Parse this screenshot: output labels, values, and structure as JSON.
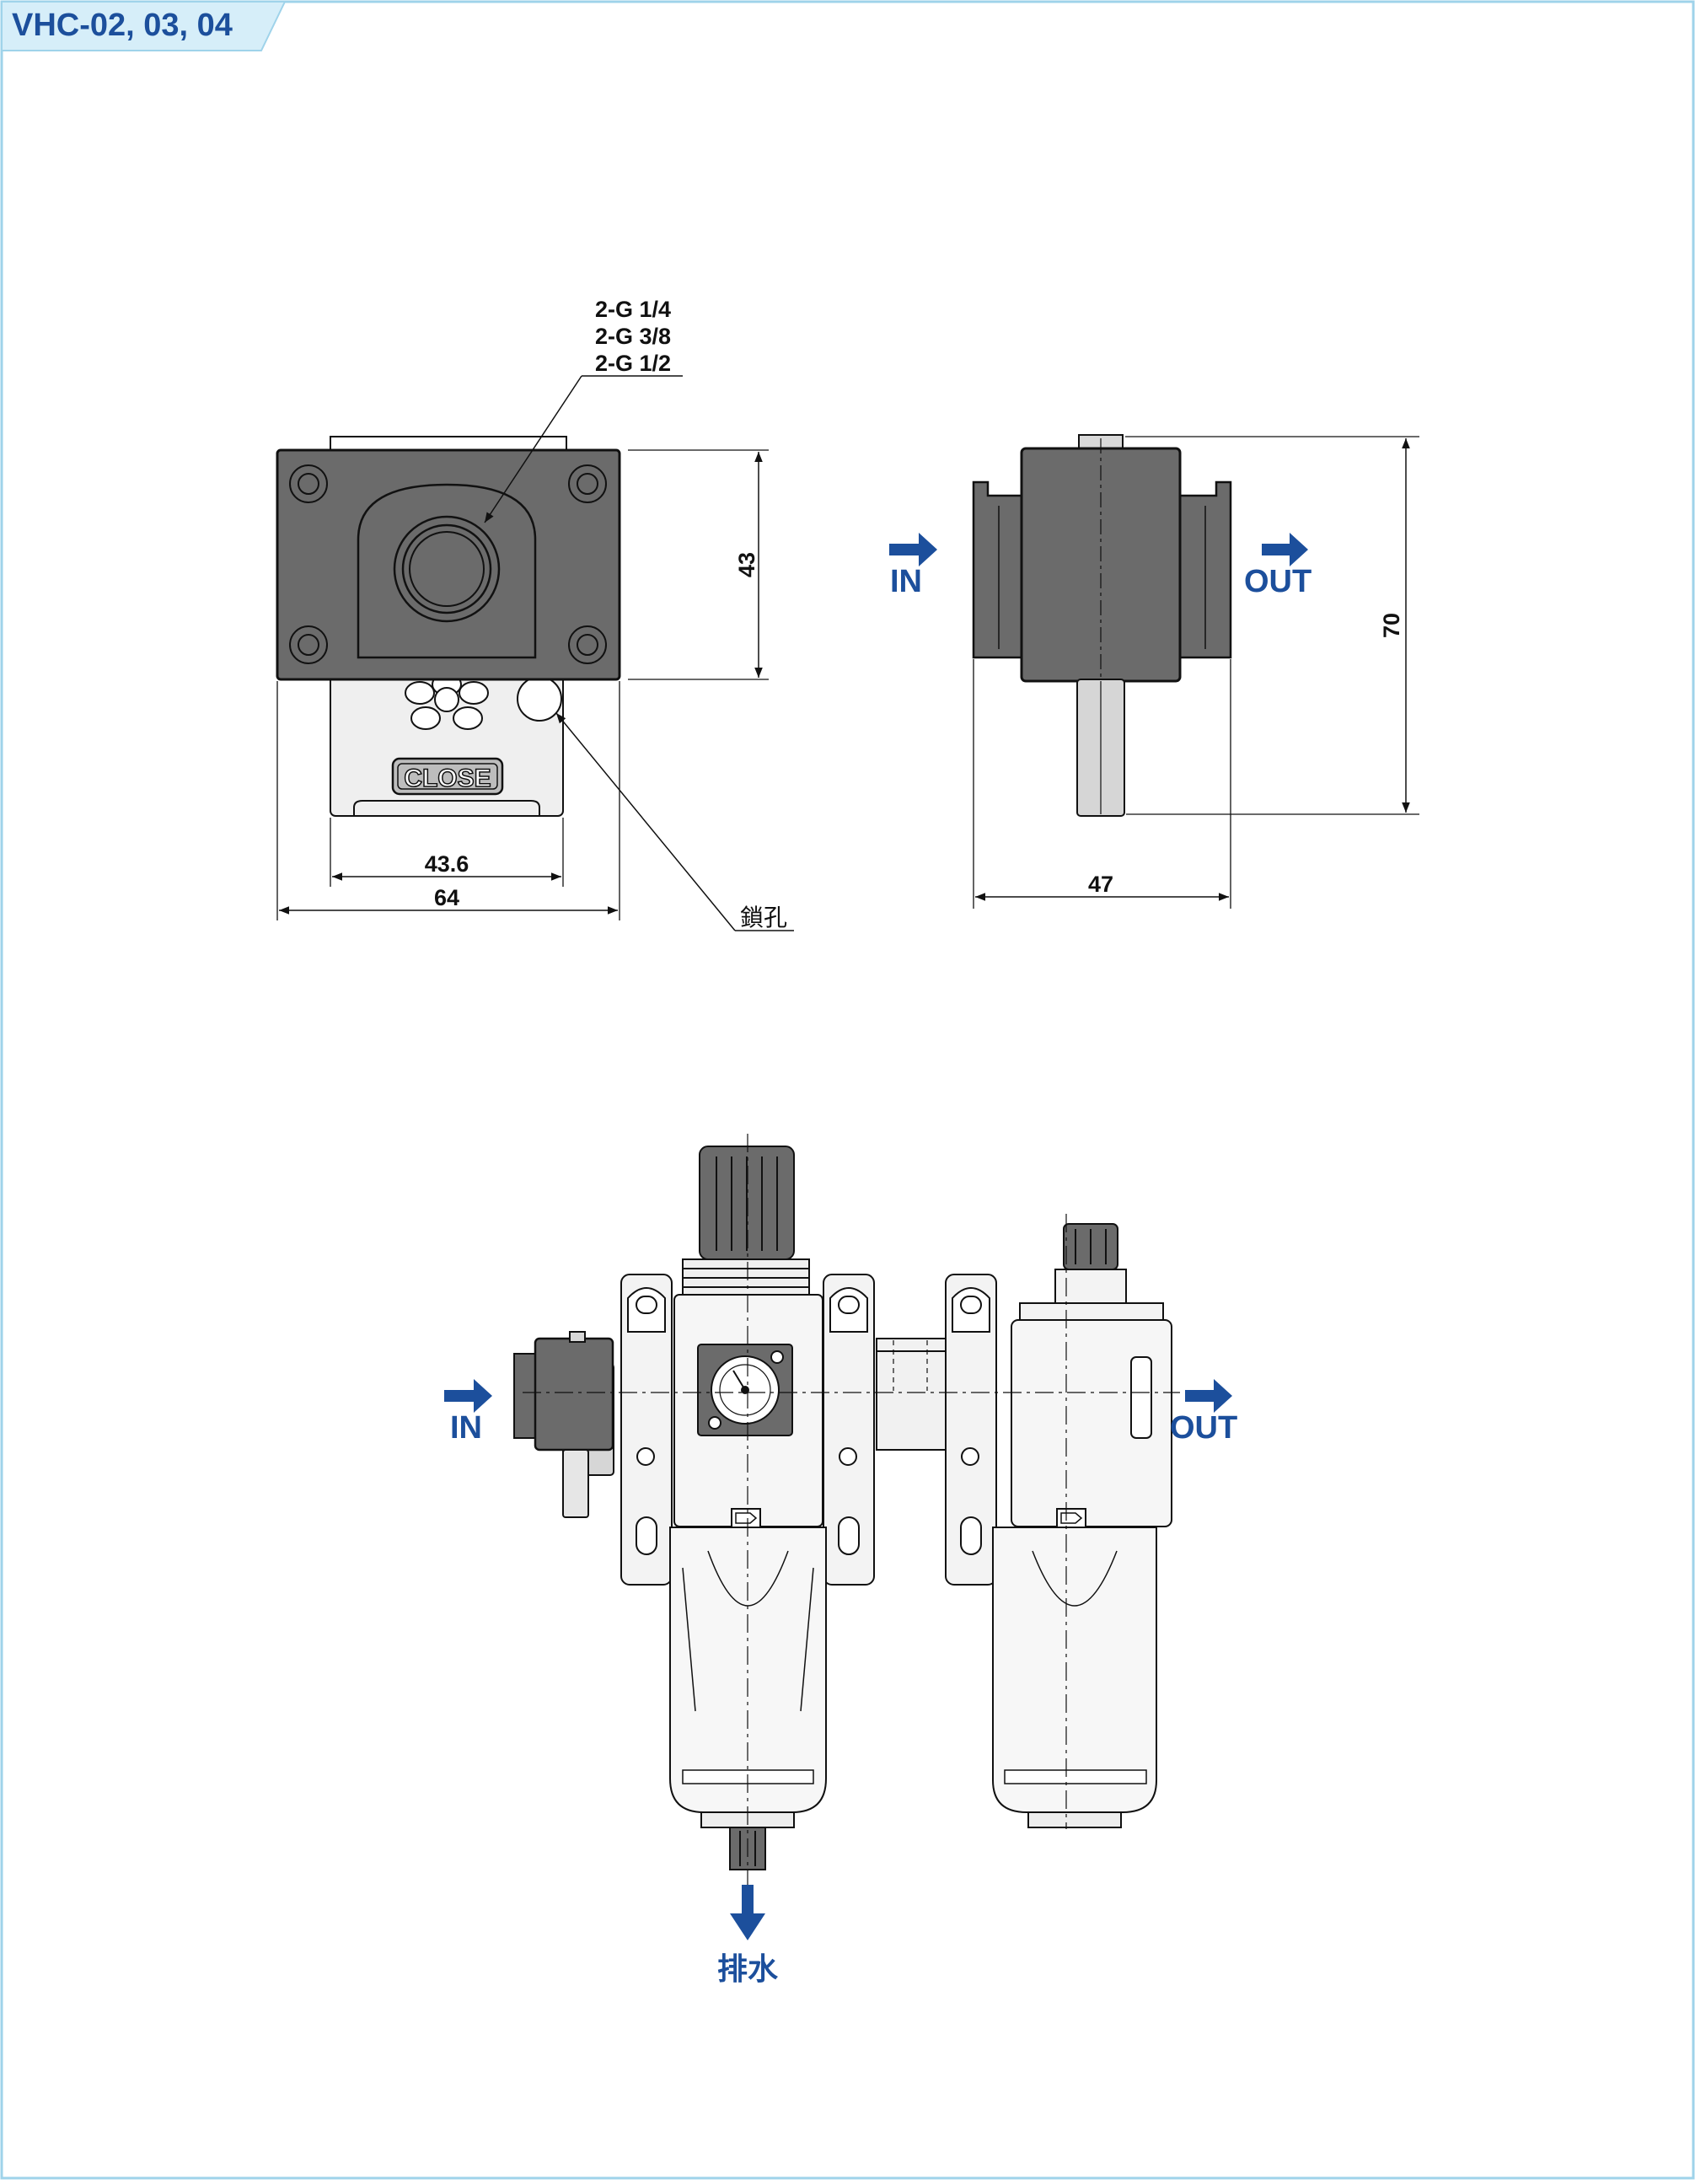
{
  "header": {
    "title": "VHC-02, 03, 04"
  },
  "front_view": {
    "port_labels": [
      "2-G 1/4",
      "2-G 3/8",
      "2-G 1/2"
    ],
    "button_label": "CLOSE",
    "lock_hole_label": "鎖孔",
    "dims": {
      "height": "43",
      "inner_width": "43.6",
      "outer_width": "64"
    }
  },
  "side_view": {
    "in_label": "IN",
    "out_label": "OUT",
    "dims": {
      "height": "70",
      "width": "47"
    }
  },
  "assembly_view": {
    "in_label": "IN",
    "out_label": "OUT",
    "drain_label": "排水"
  },
  "colors": {
    "accent": "#1c4f9c",
    "body_dark": "#6b6b6b",
    "frame": "#9fd3ea"
  }
}
